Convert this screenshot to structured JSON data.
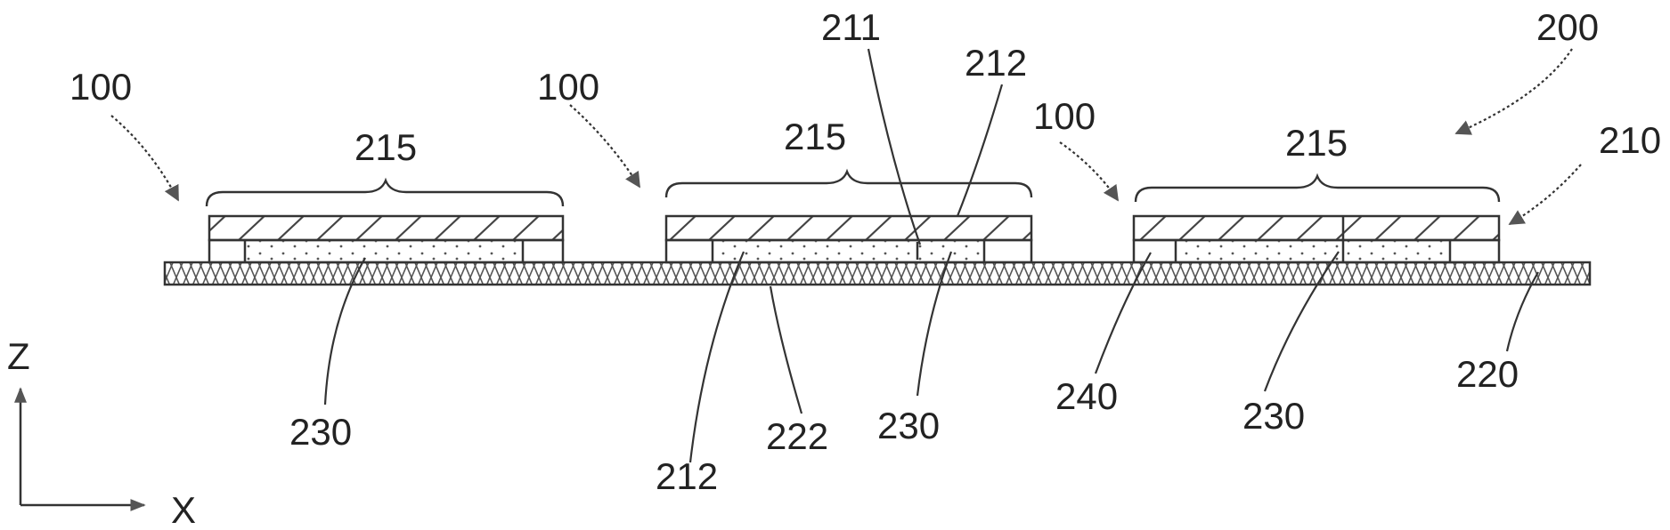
{
  "diagram": {
    "labels": {
      "unit_left": "100",
      "unit_mid": "100",
      "unit_right": "100",
      "assembly": "200",
      "layer": "210",
      "via": "211",
      "edge_top": "212",
      "edge_bottom": "212",
      "span_left": "215",
      "span_mid": "215",
      "span_right": "215",
      "substrate": "220",
      "substrate_surface": "222",
      "film_left": "230",
      "film_mid": "230",
      "film_right": "230",
      "spacer": "240"
    },
    "axes": {
      "vertical": "Z",
      "horizontal": "X"
    }
  }
}
